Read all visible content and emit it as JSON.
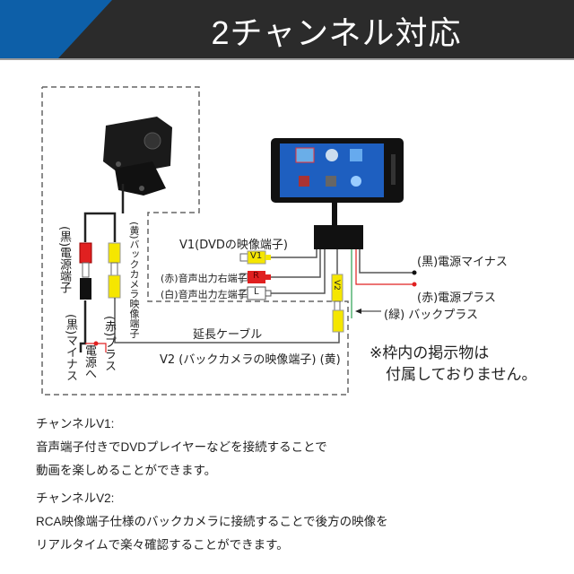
{
  "header": {
    "title": "2チャンネル対応"
  },
  "diagram": {
    "camera_power_label": "(黒)電源端子",
    "camera_video_label": "(黄)バックカメラ映像端子",
    "minus_label": "(黒)マイナス",
    "to_power_label": "電源へ",
    "plus_label": "(赤)プラス",
    "v1_label": "V1(DVDの映像端子)",
    "v1_tag": "V1",
    "right_audio_label": "(赤)音声出力右端子",
    "right_tag": "R",
    "left_audio_label": "(白)音声出力左端子",
    "left_tag": "L",
    "v2_tag": "V2",
    "extension_cable_label": "延長ケーブル",
    "v2_label": "V2 (バックカメラの映像端子) (黄)",
    "power_minus_label": "(黒)電源マイナス",
    "power_plus_label": "(赤)電源プラス",
    "back_plus_label": "(緑) バックプラス",
    "note_line1": "※枠内の掲示物は",
    "note_line2": "付属しておりません。"
  },
  "description": {
    "v1_title": "チャンネルV1:",
    "v1_line1": "音声端子付きでDVDプレイヤーなどを接続することで",
    "v1_line2": "動画を楽しめることができます。",
    "v2_title": "チャンネルV2:",
    "v2_line1": "RCA映像端子仕様のバックカメラに接続することで後方の映像を",
    "v2_line2": "リアルタイムで楽々確認することができます。"
  },
  "colors": {
    "header_bg": "#2b2b2b",
    "accent_blue": "#0d5fa8",
    "red": "#e02020",
    "yellow": "#f5e600",
    "green": "#2aa050"
  }
}
